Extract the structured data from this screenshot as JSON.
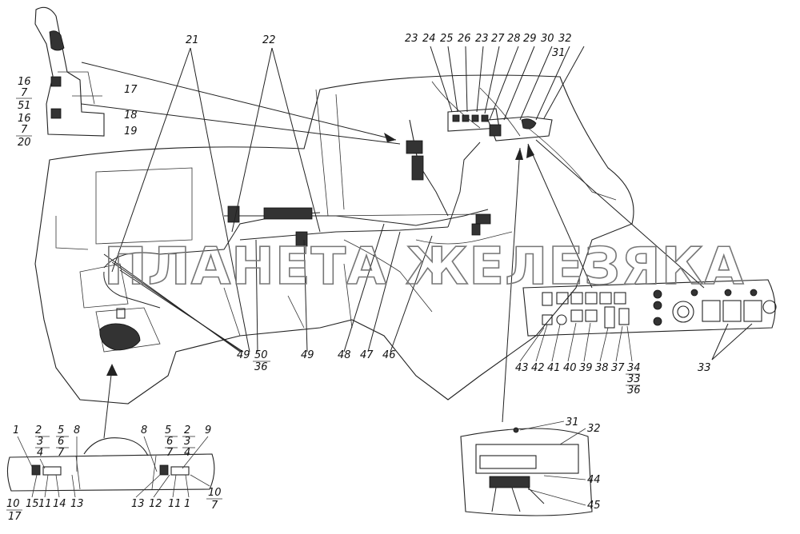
{
  "watermark": "ПЛАНЕТА ЖЕЛЕЗЯКА",
  "callouts": {
    "lever_group": [
      {
        "id": "c16a",
        "text": "16"
      },
      {
        "id": "c7a",
        "text": "7"
      },
      {
        "id": "c51",
        "text": "51"
      },
      {
        "id": "c16b",
        "text": "16"
      },
      {
        "id": "c7b",
        "text": "7"
      },
      {
        "id": "c20",
        "text": "20"
      },
      {
        "id": "c17",
        "text": "17"
      },
      {
        "id": "c18",
        "text": "18"
      },
      {
        "id": "c19",
        "text": "19"
      }
    ],
    "top": [
      {
        "id": "c21",
        "text": "21"
      },
      {
        "id": "c22",
        "text": "22"
      },
      {
        "id": "c23a",
        "text": "23"
      },
      {
        "id": "c24",
        "text": "24"
      },
      {
        "id": "c25",
        "text": "25"
      },
      {
        "id": "c26",
        "text": "26"
      },
      {
        "id": "c23b",
        "text": "23"
      },
      {
        "id": "c27",
        "text": "27"
      },
      {
        "id": "c28",
        "text": "28"
      },
      {
        "id": "c29",
        "text": "29"
      },
      {
        "id": "c30",
        "text": "30"
      },
      {
        "id": "c32t",
        "text": "32"
      },
      {
        "id": "c31t",
        "text": "31"
      }
    ],
    "middle": [
      {
        "id": "c49a",
        "text": "49"
      },
      {
        "id": "c50",
        "text": "50"
      },
      {
        "id": "c36a",
        "text": "36"
      },
      {
        "id": "c49b",
        "text": "49"
      },
      {
        "id": "c48",
        "text": "48"
      },
      {
        "id": "c47",
        "text": "47"
      },
      {
        "id": "c46",
        "text": "46"
      }
    ],
    "panel": [
      {
        "id": "c43",
        "text": "43"
      },
      {
        "id": "c42",
        "text": "42"
      },
      {
        "id": "c41",
        "text": "41"
      },
      {
        "id": "c40",
        "text": "40"
      },
      {
        "id": "c39",
        "text": "39"
      },
      {
        "id": "c38",
        "text": "38"
      },
      {
        "id": "c37",
        "text": "37"
      },
      {
        "id": "c34",
        "text": "34"
      },
      {
        "id": "c33a",
        "text": "33"
      },
      {
        "id": "c36b",
        "text": "36"
      },
      {
        "id": "c33b",
        "text": "33"
      }
    ],
    "bottom_box": [
      {
        "id": "c31b",
        "text": "31"
      },
      {
        "id": "c32b",
        "text": "32"
      },
      {
        "id": "c44",
        "text": "44"
      },
      {
        "id": "c45",
        "text": "45"
      }
    ],
    "bottom_bar": [
      {
        "id": "b1a",
        "text": "1"
      },
      {
        "id": "b2a",
        "text": "2"
      },
      {
        "id": "b3a",
        "text": "3"
      },
      {
        "id": "b4a",
        "text": "4"
      },
      {
        "id": "b5a",
        "text": "5"
      },
      {
        "id": "b6a",
        "text": "6"
      },
      {
        "id": "b7a",
        "text": "7"
      },
      {
        "id": "b8a",
        "text": "8"
      },
      {
        "id": "b10a",
        "text": "10"
      },
      {
        "id": "b17",
        "text": "17"
      },
      {
        "id": "b15",
        "text": "15"
      },
      {
        "id": "b11a",
        "text": "11"
      },
      {
        "id": "b14",
        "text": "14"
      },
      {
        "id": "b13a",
        "text": "13"
      },
      {
        "id": "b8b",
        "text": "8"
      },
      {
        "id": "b5b",
        "text": "5"
      },
      {
        "id": "b2b",
        "text": "2"
      },
      {
        "id": "b9",
        "text": "9"
      },
      {
        "id": "b6b",
        "text": "6"
      },
      {
        "id": "b3b",
        "text": "3"
      },
      {
        "id": "b7b",
        "text": "7"
      },
      {
        "id": "b4b",
        "text": "4"
      },
      {
        "id": "b13b",
        "text": "13"
      },
      {
        "id": "b12",
        "text": "12"
      },
      {
        "id": "b11b",
        "text": "11"
      },
      {
        "id": "b1b",
        "text": "1"
      },
      {
        "id": "b10b",
        "text": "10"
      },
      {
        "id": "b7c",
        "text": "7"
      }
    ]
  }
}
